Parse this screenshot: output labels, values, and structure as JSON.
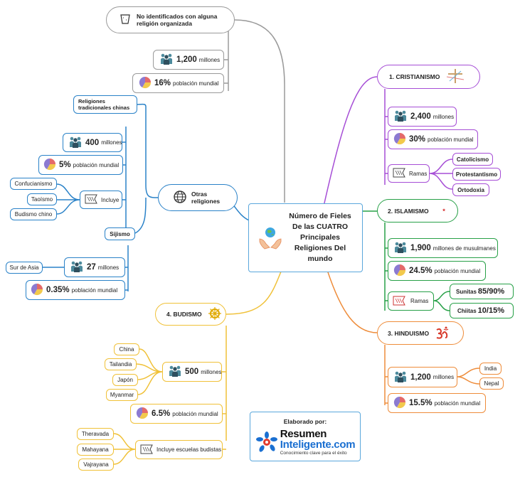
{
  "center": {
    "title": "Número de Fieles De las CUATRO Principales Religiones Del mundo"
  },
  "none": {
    "title": "No identificados con alguna religión organizada",
    "count": "1,200",
    "count_unit": "millones",
    "pct": "16%",
    "pct_unit": "población mundial"
  },
  "cristianismo": {
    "title": "1. CRISTIANISMO",
    "count": "2,400",
    "count_unit": "millones",
    "pct": "30%",
    "pct_unit": "población mundial",
    "ramas_label": "Ramas",
    "ramas": [
      "Catolicismo",
      "Protestantismo",
      "Ortodoxia"
    ]
  },
  "islamismo": {
    "title": "2. ISLAMISMO",
    "count": "1,900",
    "count_unit": "millones de musulmanes",
    "pct": "24.5%",
    "pct_unit": "población mundial",
    "ramas_label": "Ramas",
    "sunitas_label": "Sunitas",
    "sunitas_pct": "85/90%",
    "chiitas_label": "Chiitas",
    "chiitas_pct": "10/15%"
  },
  "hinduismo": {
    "title": "3. HINDUISMO",
    "count": "1,200",
    "count_unit": "millones",
    "pct": "15.5%",
    "pct_unit": "población mundial",
    "places": [
      "India",
      "Nepal"
    ]
  },
  "budismo": {
    "title": "4. BUDISMO",
    "count": "500",
    "count_unit": "millones",
    "pct": "6.5%",
    "pct_unit": "población mundial",
    "countries": [
      "China",
      "Tailandia",
      "Japón",
      "Myanmar"
    ],
    "schools_label": "Incluye escuelas budistas",
    "schools": [
      "Theravada",
      "Mahayana",
      "Vajrayana"
    ]
  },
  "otras": {
    "title": "Otras religiones",
    "chinese_title": "Religiones tradicionales chinas",
    "chinese_count": "400",
    "chinese_count_unit": "millones",
    "chinese_pct": "5%",
    "chinese_pct_unit": "población mundial",
    "incluye_label": "Incluye",
    "incluye": [
      "Confucianismo",
      "Taoísmo",
      "Budismo chino"
    ],
    "sijismo": "Sijismo",
    "sij_count": "27",
    "sij_count_unit": "millones",
    "sij_region": "Sur de Asia",
    "sij_pct": "0.35%",
    "sij_pct_unit": "población mundial"
  },
  "credit": {
    "label": "Elaborado por:",
    "brand1": "Resumen",
    "brand2": "Inteligente.com",
    "tagline": "Conocimiento clave para el éxito"
  },
  "colors": {
    "christianity": "#a64ed6",
    "islam": "#27a047",
    "hinduism": "#ee8c3a",
    "buddhism": "#f0c138",
    "other": "#2a82c8",
    "none": "#9a9a9a",
    "center": "#5aa7dc"
  },
  "icons": [
    "people-icon",
    "pie-chart-icon",
    "branch-flag-icon",
    "cross-icon",
    "crescent-icon",
    "om-icon",
    "dharma-wheel-icon",
    "globe-icon",
    "hands-globe-icon",
    "empty-glass-icon",
    "logo-icon"
  ]
}
